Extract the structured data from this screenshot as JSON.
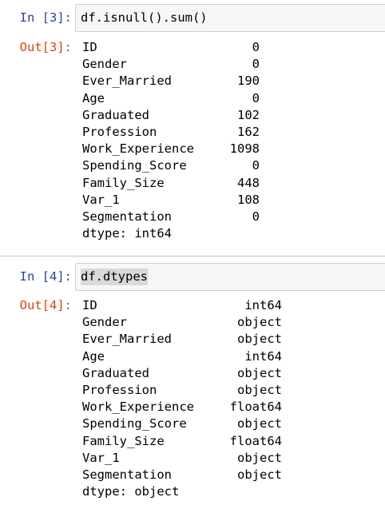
{
  "cells": [
    {
      "in_prompt": "In [3]:",
      "code": "df.isnull().sum()",
      "out_prompt": "Out[3]:",
      "rows": [
        {
          "name": "ID",
          "value": "0"
        },
        {
          "name": "Gender",
          "value": "0"
        },
        {
          "name": "Ever_Married",
          "value": "190"
        },
        {
          "name": "Age",
          "value": "0"
        },
        {
          "name": "Graduated",
          "value": "102"
        },
        {
          "name": "Profession",
          "value": "162"
        },
        {
          "name": "Work_Experience",
          "value": "1098"
        },
        {
          "name": "Spending_Score",
          "value": "0"
        },
        {
          "name": "Family_Size",
          "value": "448"
        },
        {
          "name": "Var_1",
          "value": "108"
        },
        {
          "name": "Segmentation",
          "value": "0"
        }
      ],
      "dtype_line": "dtype: int64"
    },
    {
      "in_prompt": "In [4]:",
      "code": "df.dtypes",
      "out_prompt": "Out[4]:",
      "rows": [
        {
          "name": "ID",
          "value": "int64"
        },
        {
          "name": "Gender",
          "value": "object"
        },
        {
          "name": "Ever_Married",
          "value": "object"
        },
        {
          "name": "Age",
          "value": "int64"
        },
        {
          "name": "Graduated",
          "value": "object"
        },
        {
          "name": "Profession",
          "value": "object"
        },
        {
          "name": "Work_Experience",
          "value": "float64"
        },
        {
          "name": "Spending_Score",
          "value": "object"
        },
        {
          "name": "Family_Size",
          "value": "float64"
        },
        {
          "name": "Var_1",
          "value": "object"
        },
        {
          "name": "Segmentation",
          "value": "object"
        }
      ],
      "dtype_line": "dtype: object"
    }
  ]
}
